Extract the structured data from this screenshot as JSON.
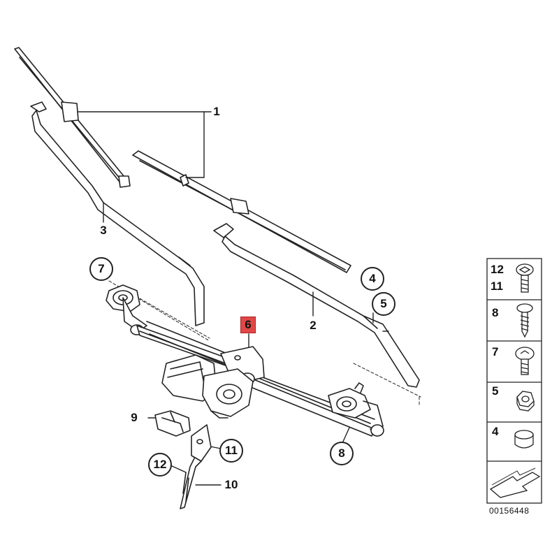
{
  "diagram": {
    "callouts": {
      "c1": "1",
      "c2": "2",
      "c3": "3",
      "c4": "4",
      "c5": "5",
      "c6": "6",
      "c7": "7",
      "c8": "8",
      "c9": "9",
      "c10": "10",
      "c11": "11",
      "c12": "12"
    },
    "highlighted_part": "6",
    "highlight_color": "#e04848"
  },
  "legend": {
    "rows": [
      {
        "labels": [
          "12",
          "11"
        ],
        "icon": "torx-flange-screw-icon"
      },
      {
        "labels": [
          "8"
        ],
        "icon": "self-tapping-screw-icon"
      },
      {
        "labels": [
          "7"
        ],
        "icon": "flange-bolt-icon"
      },
      {
        "labels": [
          "5"
        ],
        "icon": "hex-nut-icon"
      },
      {
        "labels": [
          "4"
        ],
        "icon": "cap-icon"
      },
      {
        "labels": [],
        "icon": "front-direction-arrow-icon"
      }
    ]
  },
  "diagram_code": "00156448"
}
